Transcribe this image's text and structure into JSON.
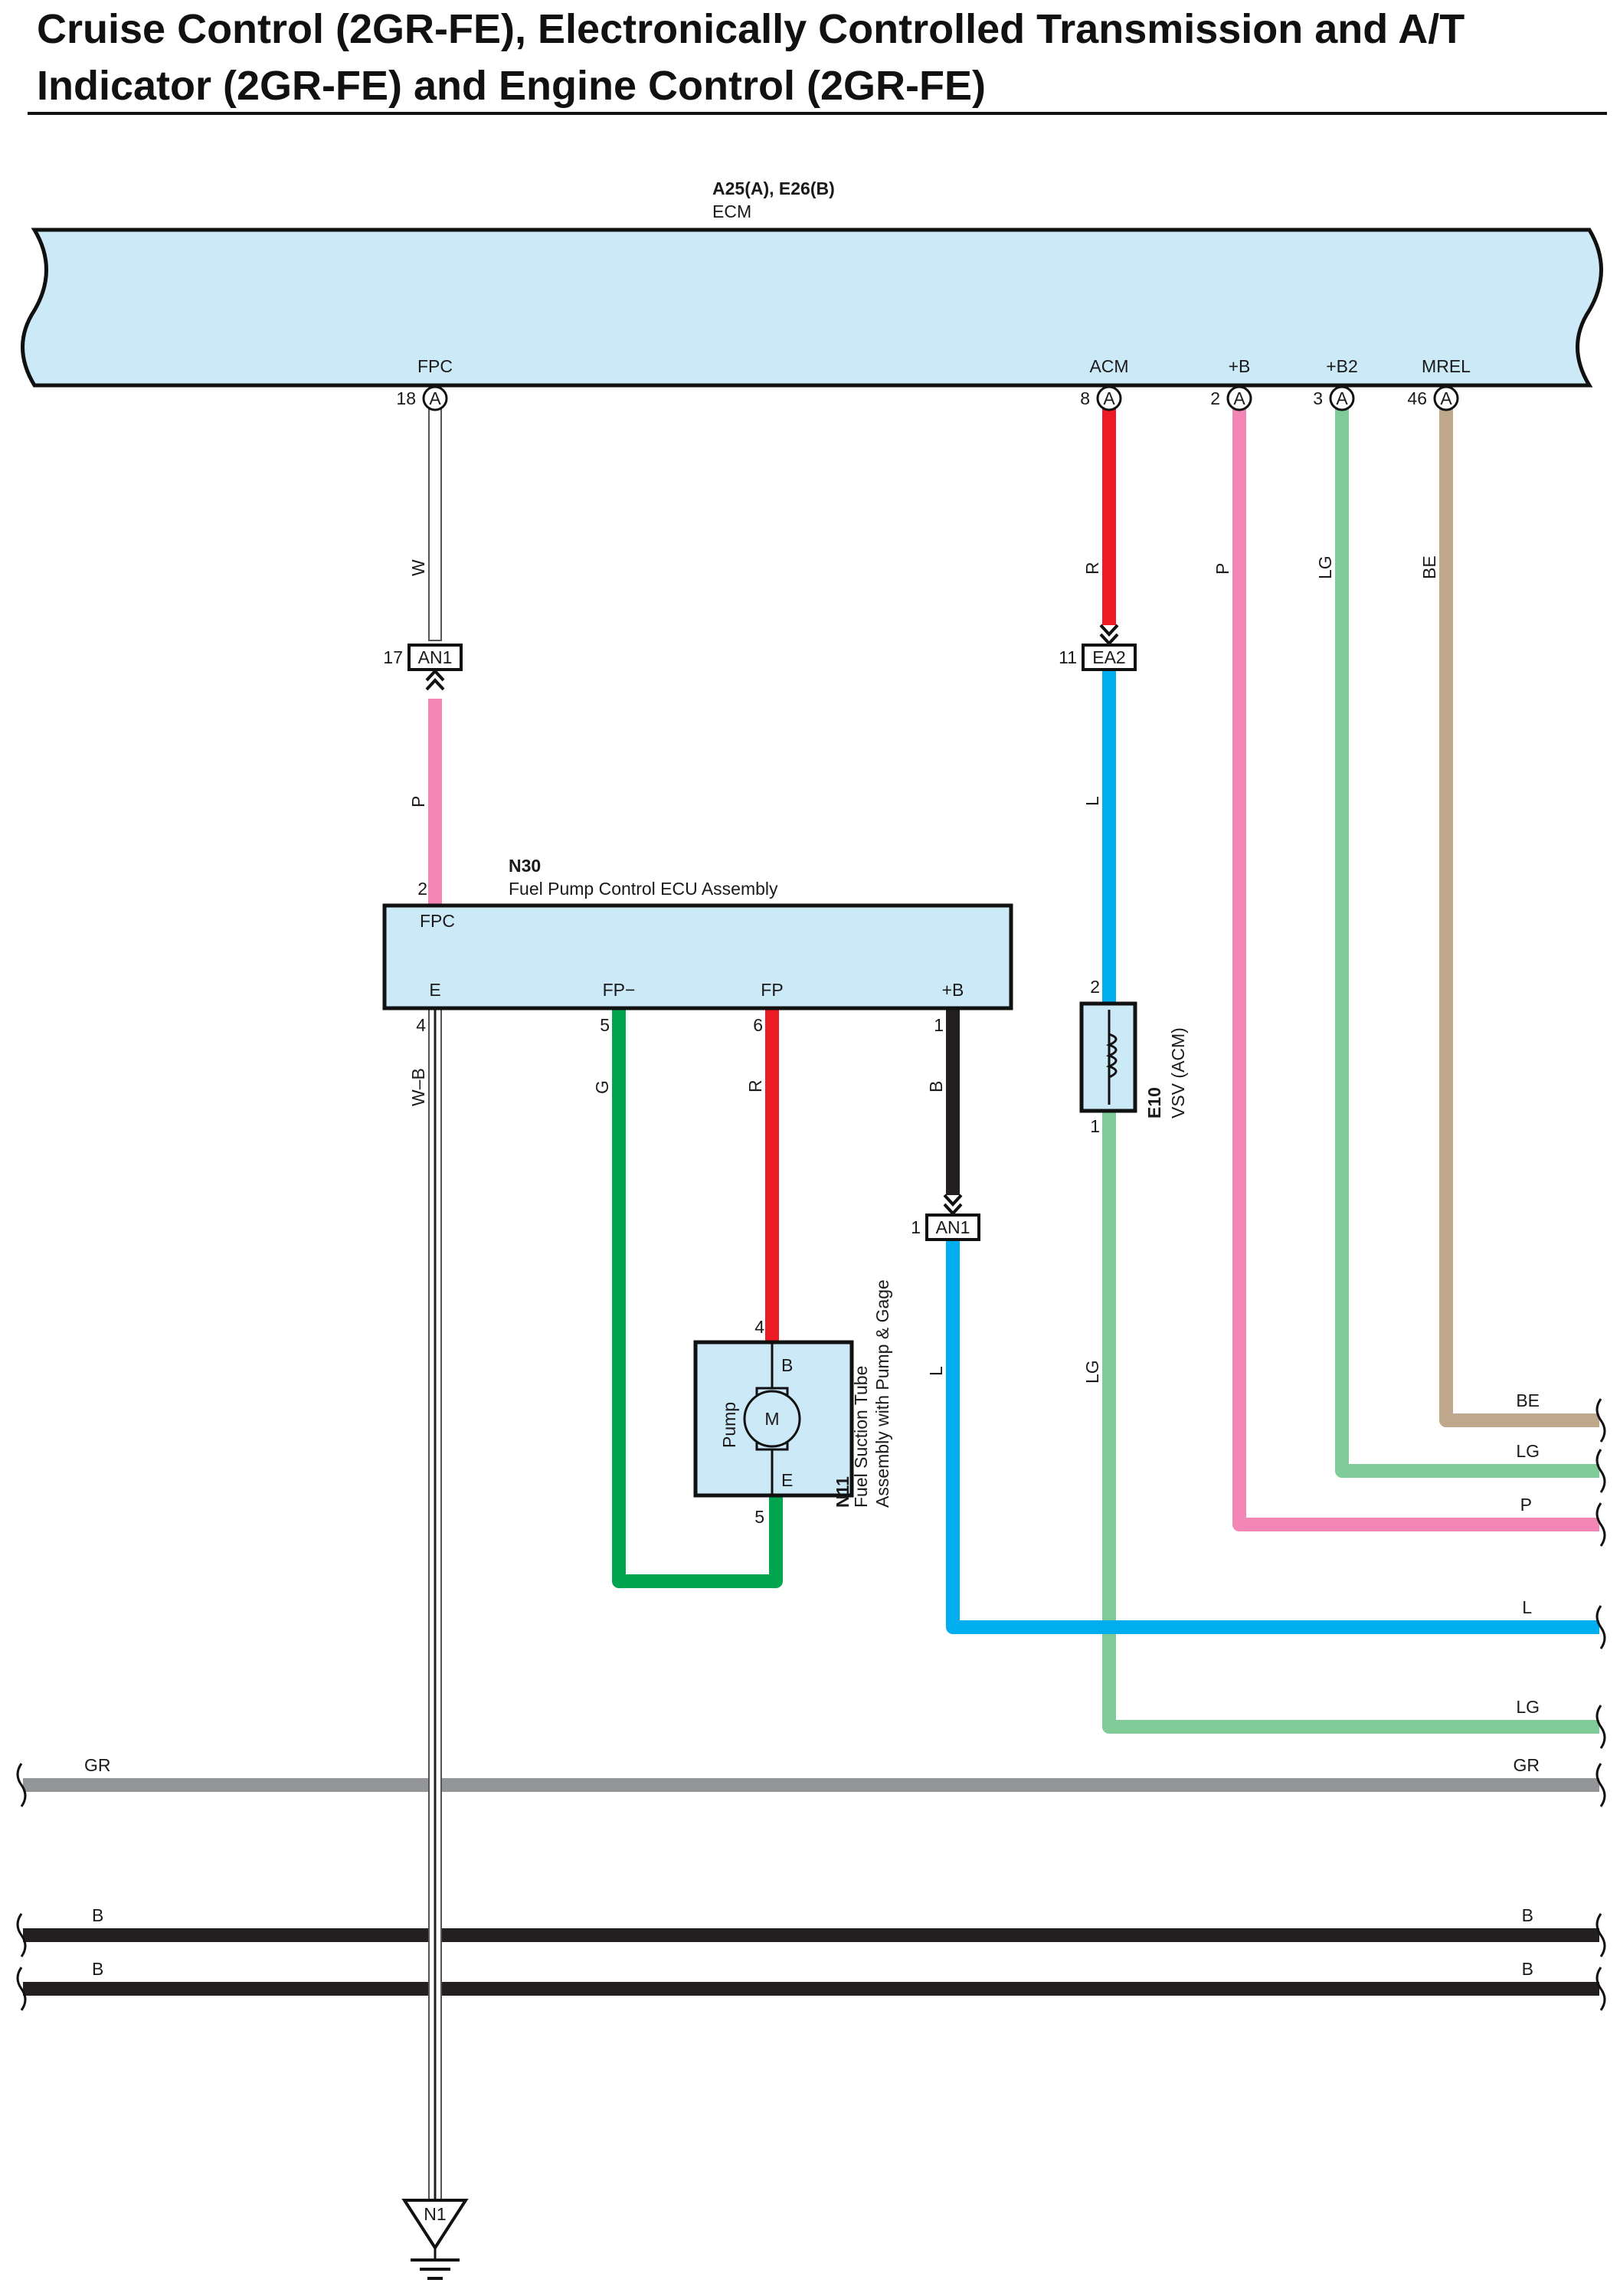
{
  "title": {
    "line1": "Cruise Control (2GR-FE), Electronically Controlled Transmission and A/T",
    "line2": "Indicator (2GR-FE) and Engine Control (2GR-FE)"
  },
  "ecm": {
    "connectors": "A25(A), E26(B)",
    "name": "ECM",
    "pins": [
      {
        "name": "FPC",
        "num": "18",
        "conn": "A"
      },
      {
        "name": "ACM",
        "num": "8",
        "conn": "A"
      },
      {
        "name": "+B",
        "num": "2",
        "conn": "A"
      },
      {
        "name": "+B2",
        "num": "3",
        "conn": "A"
      },
      {
        "name": "MREL",
        "num": "46",
        "conn": "A"
      }
    ]
  },
  "fuel_pump_ecu": {
    "code": "N30",
    "name": "Fuel Pump Control ECU Assembly",
    "pin_top": {
      "name": "FPC",
      "num": "2"
    },
    "pins_bottom": [
      {
        "name": "E",
        "num": "4"
      },
      {
        "name": "FP−",
        "num": "5"
      },
      {
        "name": "FP",
        "num": "6"
      },
      {
        "name": "+B",
        "num": "1"
      }
    ]
  },
  "fuel_pump": {
    "code": "N11",
    "name_line1": "Fuel Suction Tube",
    "name_line2": "Assembly with Pump & Gage",
    "inner_label": "Pump",
    "motor_label": "M",
    "terminal_top": "B",
    "terminal_bottom": "E",
    "pin_top": "4",
    "pin_bottom": "5"
  },
  "vsv": {
    "code": "E10",
    "name": "VSV (ACM)",
    "pin_top": "2",
    "pin_bottom": "1"
  },
  "junctions": [
    {
      "code": "AN1",
      "pin": "17"
    },
    {
      "code": "EA2",
      "pin": "11"
    },
    {
      "code": "AN1",
      "pin": "1"
    }
  ],
  "ground": {
    "code": "N1"
  },
  "wire_labels": {
    "fpc_upper": "W",
    "fpc_lower": "P",
    "acm_upper": "R",
    "acm_lower": "L",
    "plus_b": "P",
    "plus_b2": "LG",
    "mrel": "BE",
    "ecu_e": "W–B",
    "ecu_fpminus": "G",
    "ecu_fp": "R",
    "ecu_plus_b": "B",
    "an1_out": "L",
    "vsv_out": "LG",
    "right_be": "BE",
    "right_lg1": "LG",
    "right_p": "P",
    "right_l": "L",
    "right_lg2": "LG",
    "gr_left": "GR",
    "gr_right": "GR",
    "b1_left": "B",
    "b1_right": "B",
    "b2_left": "B",
    "b2_right": "B"
  },
  "colors": {
    "ecu_fill": "#cce9f8",
    "red": "#ed1c24",
    "pink": "#f287b7",
    "light_green": "#7fcc99",
    "green": "#00a550",
    "blue": "#00aeef",
    "beige": "#bfa88c",
    "gray": "#939598",
    "black": "#231f20"
  }
}
